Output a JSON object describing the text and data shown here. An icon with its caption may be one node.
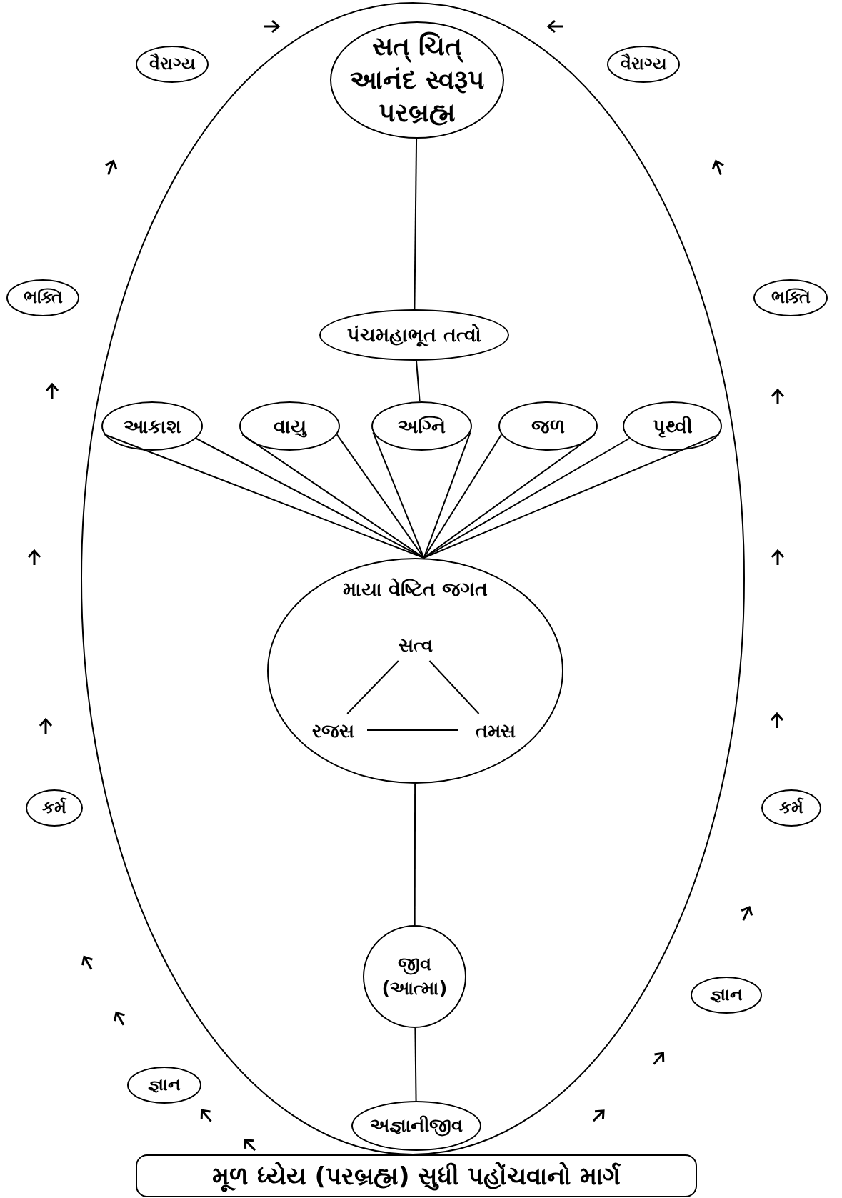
{
  "diagram": {
    "nodes": [
      {
        "text": [
          "સત્ ચિત્ આનંદ સ્વરૂપ પરબ્રહ્મ"
        ]
      },
      {
        "text": [
          "પંચમહાભૂત તત્વો"
        ]
      },
      {
        "text": [
          "આકાશ"
        ]
      },
      {
        "text": [
          "વાયુ"
        ]
      },
      {
        "text": [
          "અગ્નિ"
        ]
      },
      {
        "text": [
          "જળ"
        ]
      },
      {
        "text": [
          "પૃથ્વી"
        ]
      },
      {
        "text": [
          "માયા વેષ્ટિત જગત"
        ]
      },
      {
        "text": [
          "સત્વ"
        ],
        "in": 7
      },
      {
        "text": [
          "રજસ"
        ],
        "in": 7
      },
      {
        "text": [
          "તમસ"
        ],
        "in": 7
      },
      {
        "text": [
          "જીવ (આત્મા)"
        ]
      },
      {
        "text": [
          "અજ્ઞાનીજીવ"
        ]
      },
      {
        "text": [
          "મૂળ ધ્યેય (પરબ્રહ્મ) સુધી પહોંચવાનો માર્ગ"
        ]
      },
      {
        "text": [
          "વૈરાગ્ય"
        ]
      },
      {
        "text": [
          "વૈરાગ્ય"
        ]
      },
      {
        "text": [
          "ભક્તિ"
        ]
      },
      {
        "text": [
          "ભક્તિ"
        ]
      },
      {
        "text": [
          "કર્મ"
        ]
      },
      {
        "text": [
          "કર્મ"
        ]
      },
      {
        "text": [
          "જ્ઞાન"
        ]
      },
      {
        "text": [
          "જ્ઞાન"
        ]
      }
    ],
    "edges": [
      {
        "from": 0,
        "to": 1,
        "arrow": "none"
      },
      {
        "from": 1,
        "to": 4,
        "arrow": "none"
      },
      {
        "from": 2,
        "to": 7,
        "arrow": "none"
      },
      {
        "from": 2,
        "to": 7,
        "arrow": "none"
      },
      {
        "from": 3,
        "to": 7,
        "arrow": "none"
      },
      {
        "from": 3,
        "to": 7,
        "arrow": "none"
      },
      {
        "from": 4,
        "to": 7,
        "arrow": "none"
      },
      {
        "from": 4,
        "to": 7,
        "arrow": "none"
      },
      {
        "from": 5,
        "to": 7,
        "arrow": "none"
      },
      {
        "from": 5,
        "to": 7,
        "arrow": "none"
      },
      {
        "from": 6,
        "to": 7,
        "arrow": "none"
      },
      {
        "from": 6,
        "to": 7,
        "arrow": "none"
      },
      {
        "from": 8,
        "to": 9,
        "arrow": "none"
      },
      {
        "from": 8,
        "to": 10,
        "arrow": "none"
      },
      {
        "from": 9,
        "to": 10,
        "arrow": "none"
      },
      {
        "from": 7,
        "to": 11,
        "arrow": "none"
      },
      {
        "from": 11,
        "to": 12,
        "arrow": "none"
      }
    ]
  }
}
